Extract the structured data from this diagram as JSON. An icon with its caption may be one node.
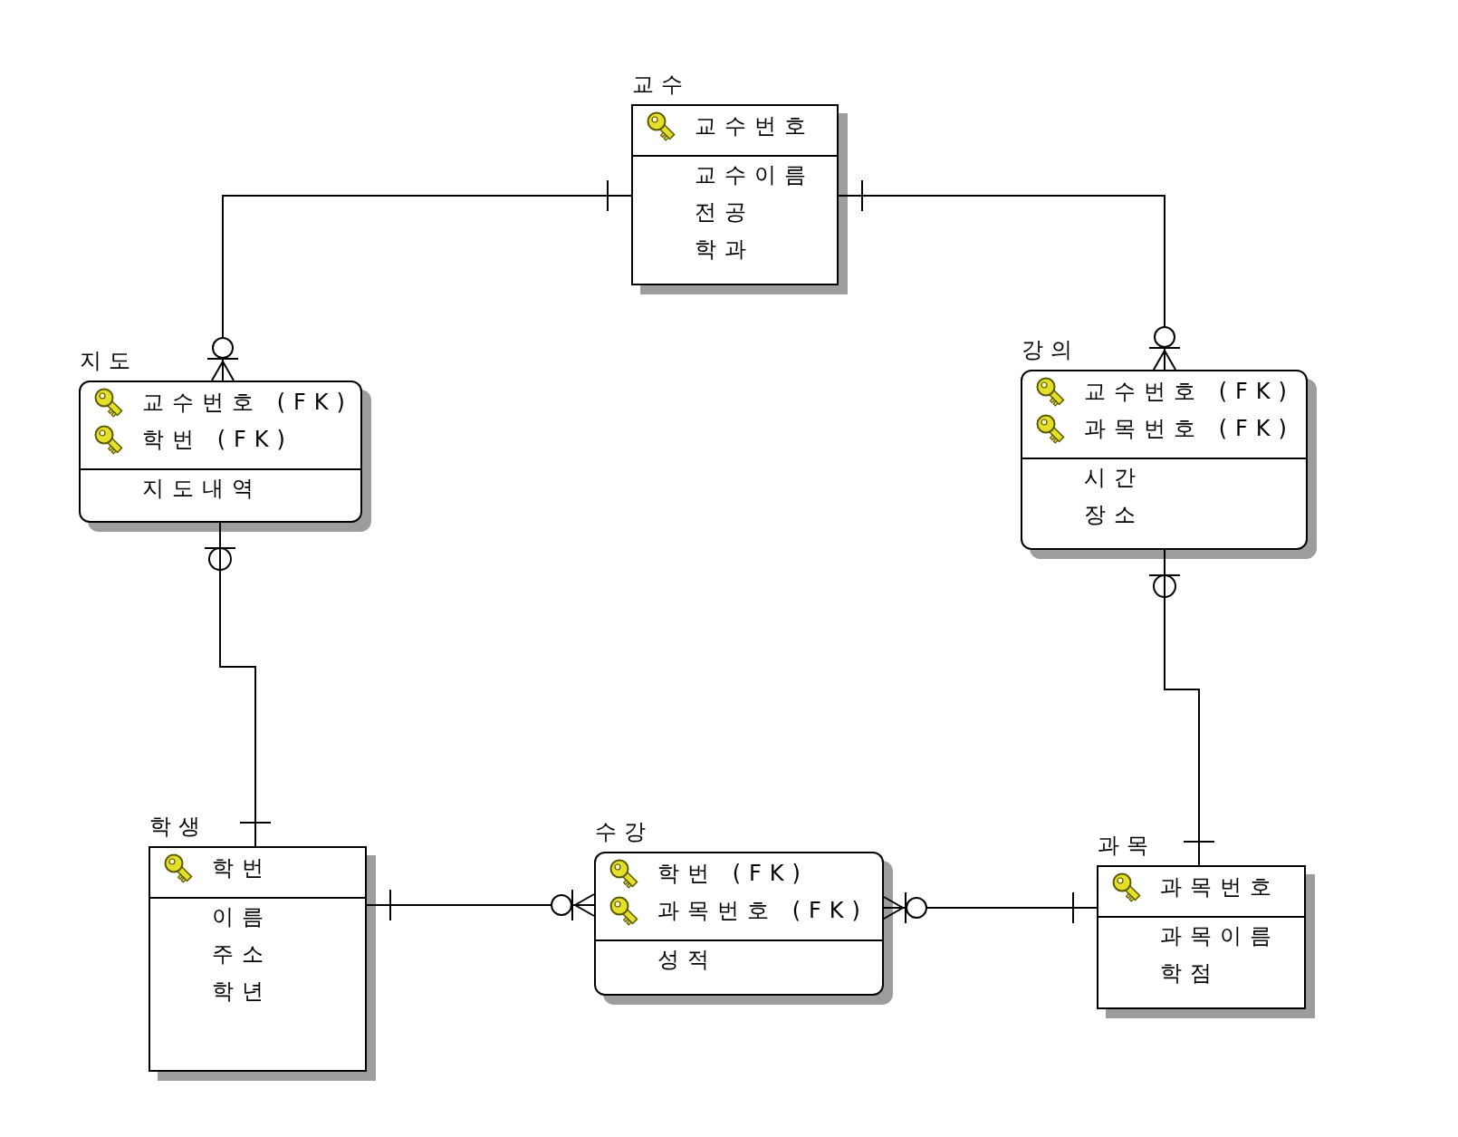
{
  "diagram": {
    "nodes": [
      {
        "text": [
          "교수",
          "교수번호",
          "교수이름",
          "전공",
          "학과"
        ]
      },
      {
        "text": [
          "지도",
          "교수번호 (FK)",
          "학번 (FK)",
          "지도내역"
        ]
      },
      {
        "text": [
          "강의",
          "교수번호 (FK)",
          "과목번호 (FK)",
          "시간",
          "장소"
        ]
      },
      {
        "text": [
          "학생",
          "학번",
          "이름",
          "주소",
          "학년"
        ]
      },
      {
        "text": [
          "수강",
          "학번 (FK)",
          "과목번호 (FK)",
          "성적"
        ]
      },
      {
        "text": [
          "과목",
          "과목번호",
          "과목이름",
          "학점"
        ]
      }
    ],
    "edges": [
      {
        "from": 0,
        "to": 1,
        "arrow": "other"
      },
      {
        "from": 0,
        "to": 2,
        "arrow": "other"
      },
      {
        "from": 3,
        "to": 1,
        "arrow": "other"
      },
      {
        "from": 5,
        "to": 2,
        "arrow": "other"
      },
      {
        "from": 3,
        "to": 4,
        "arrow": "other"
      },
      {
        "from": 5,
        "to": 4,
        "arrow": "other"
      }
    ]
  }
}
